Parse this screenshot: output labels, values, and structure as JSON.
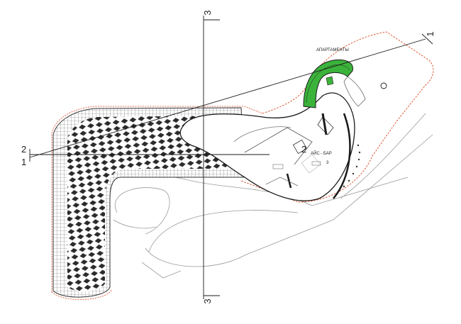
{
  "diagram": {
    "axes": {
      "axis_3_top": "3",
      "axis_3_bottom": "3",
      "axis_2": "2",
      "axis_1_left": "1",
      "axis_1_right": "1",
      "inner_2": "2"
    },
    "labels": {
      "apartments": "АПАРТАМЕНТЫ",
      "ice_bar": "АЙС - БАР",
      "inner_num": "3"
    },
    "colors": {
      "green": "#3bb33b",
      "boundary": "#d9481e",
      "line": "#1a1a1a",
      "light_line": "#9a9a9a"
    }
  }
}
